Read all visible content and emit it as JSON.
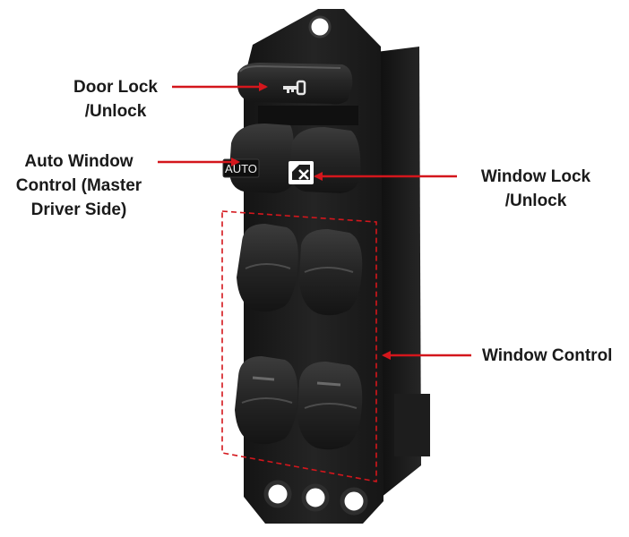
{
  "colors": {
    "background": "#ffffff",
    "switch_body": "#1c1c1c",
    "switch_highlight": "#3a3a3a",
    "callout_arrow": "#d4161c",
    "label_text": "#1a1a1a"
  },
  "callouts": {
    "door_lock": {
      "line1": "Door Lock",
      "line2": "/Unlock"
    },
    "auto_window": {
      "line1": "Auto Window",
      "line2": "Control (Master",
      "line3": "Driver Side)"
    },
    "window_lock": {
      "line1": "Window Lock",
      "line2": "/Unlock"
    },
    "window_control": {
      "line1": "Window Control"
    }
  },
  "switch": {
    "auto_button_label": "AUTO",
    "door_lock_icon": "key-icon",
    "window_lock_icon": "window-lock-icon"
  }
}
